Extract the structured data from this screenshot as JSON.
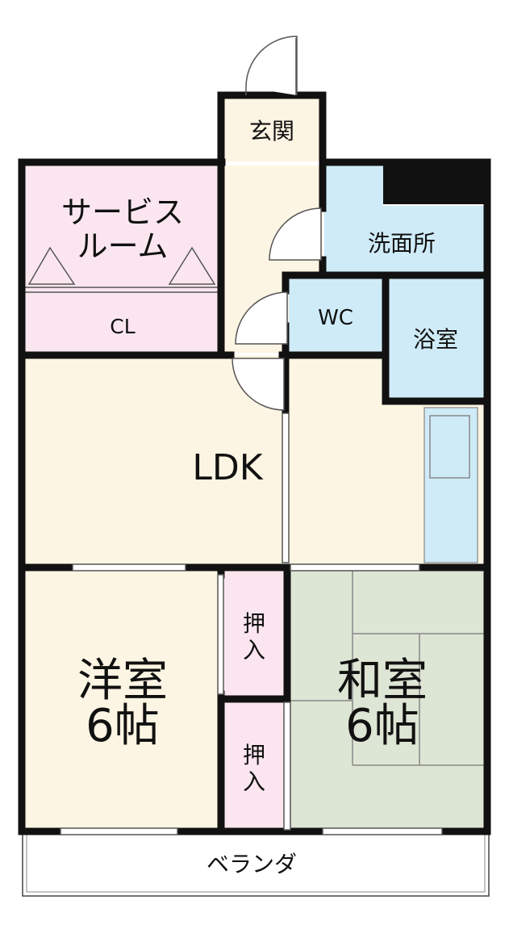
{
  "rooms": {
    "entrance": "玄関",
    "service_room_line1": "サービス",
    "service_room_line2": "ルーム",
    "closet": "CL",
    "washroom": "洗面所",
    "wc": "WC",
    "bath": "浴室",
    "ldk": "LDK",
    "western_name": "洋室",
    "western_size": "6帖",
    "japanese_name": "和室",
    "japanese_size": "6帖",
    "storage_upper_1": "押",
    "storage_upper_2": "入",
    "storage_lower_1": "押",
    "storage_lower_2": "入",
    "veranda": "ベランダ"
  },
  "colors": {
    "service_room": "#fbe6ef",
    "wet_area": "#cfebf8",
    "living": "#fdf5e3",
    "japanese_room": "#dde5d4",
    "storage": "#fbe6ef",
    "wall": "#111111"
  }
}
